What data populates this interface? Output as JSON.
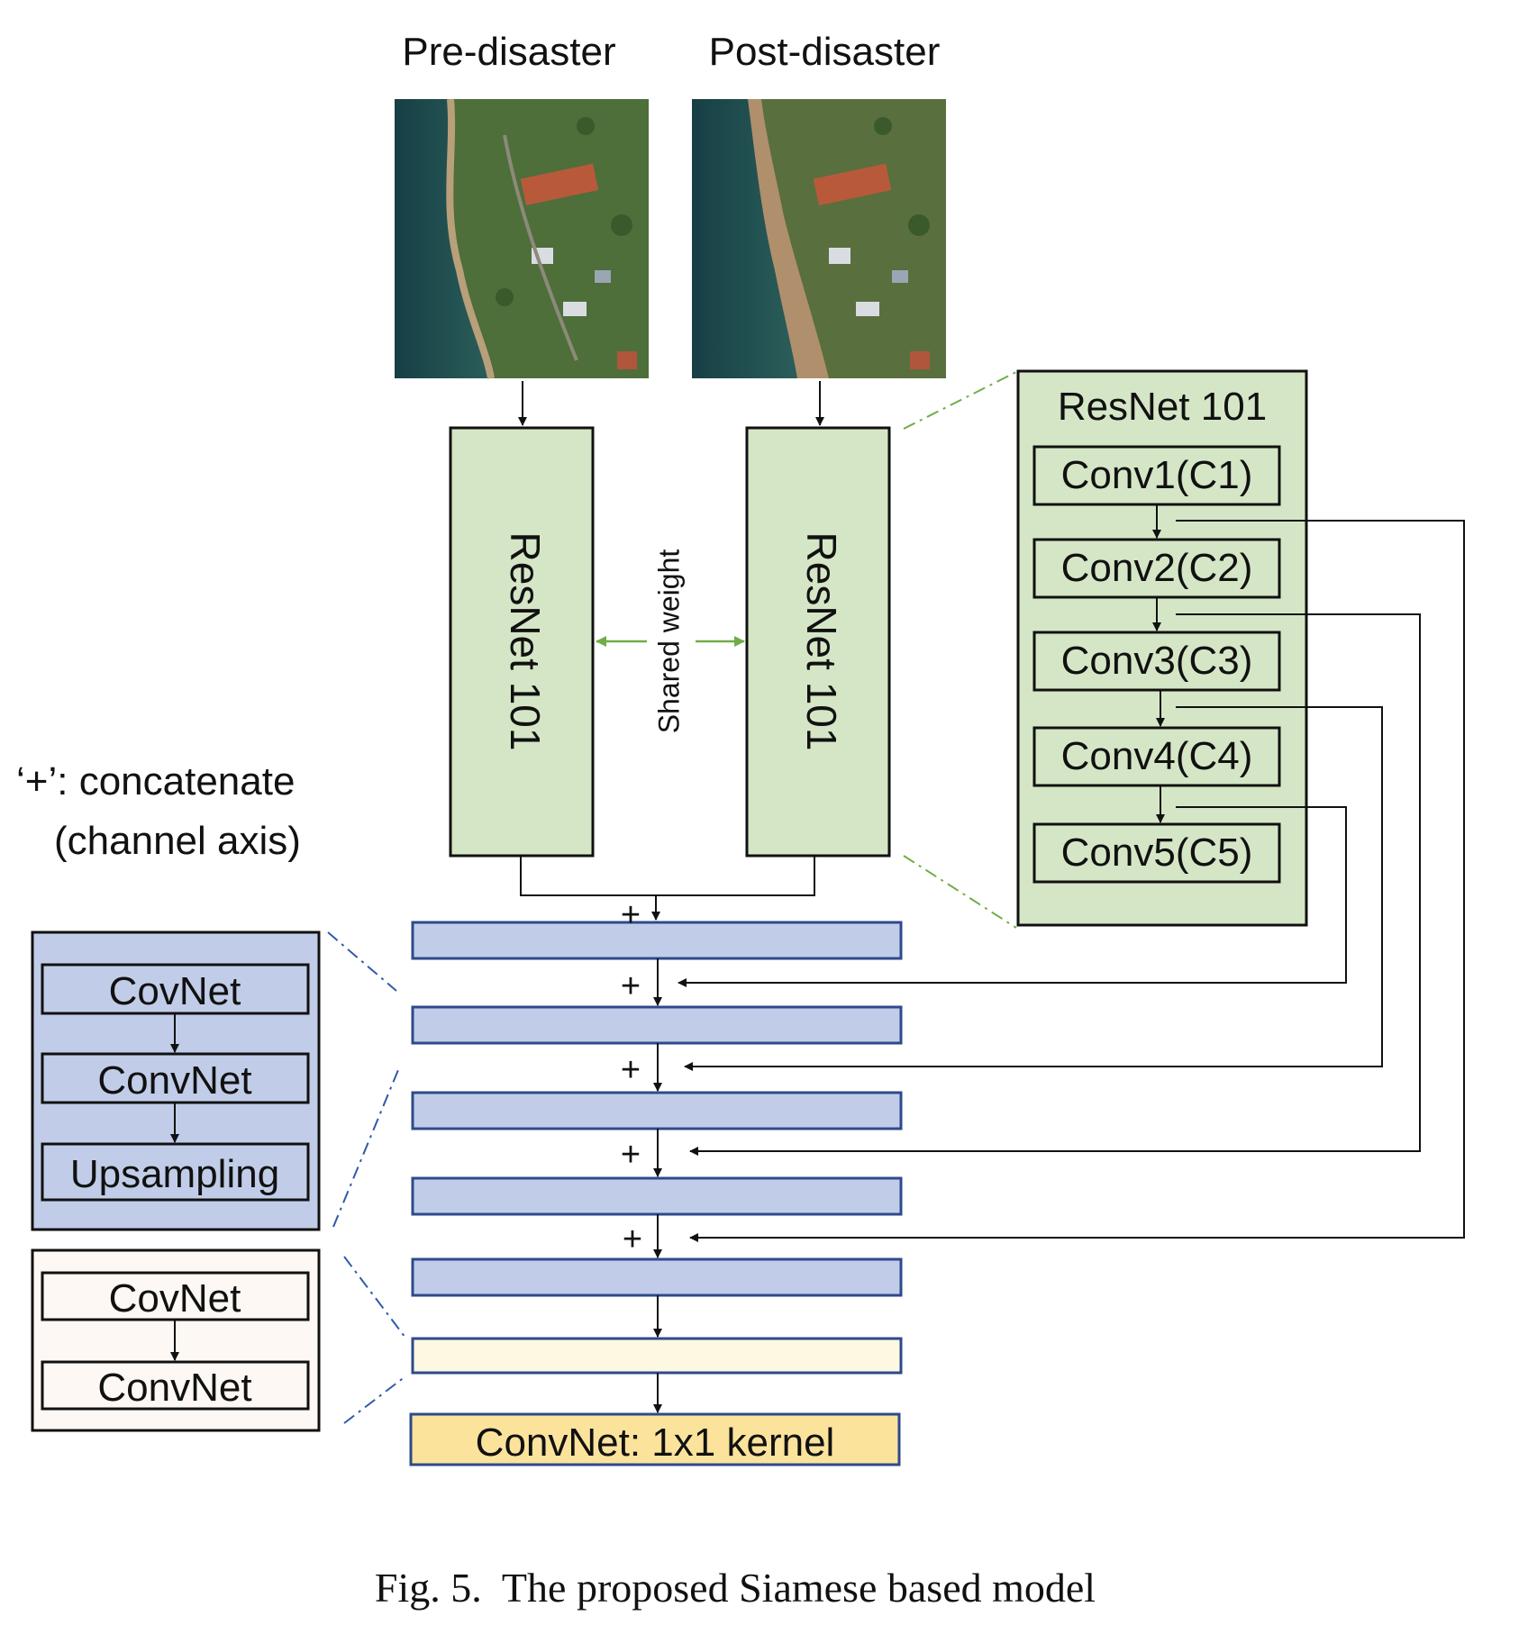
{
  "images": {
    "pre_label": "Pre-disaster",
    "post_label": "Post-disaster"
  },
  "encoders": {
    "left_label": "ResNet 101",
    "right_label": "ResNet 101",
    "shared_label": "Shared weight"
  },
  "resnet_detail": {
    "title": "ResNet 101",
    "stages": [
      "Conv1(C1)",
      "Conv2(C2)",
      "Conv3(C3)",
      "Conv4(C4)",
      "Conv5(C5)"
    ]
  },
  "legend": {
    "line1": "‘+’: concatenate",
    "line2": "(channel axis)"
  },
  "decoder": {
    "plus_symbol": "+",
    "output_label": "ConvNet: 1x1 kernel"
  },
  "decoder_block": {
    "items": [
      "CovNet",
      "ConvNet",
      "Upsampling"
    ]
  },
  "head_block": {
    "items": [
      "CovNet",
      "ConvNet"
    ]
  },
  "caption": {
    "text": "Fig. 5.  The proposed Siamese based model"
  },
  "colors": {
    "green_fill": "#d5e6c6",
    "blue_fill": "#c1cde8",
    "blue_stroke": "#2e4a8c",
    "cream_fill": "#fdf8e2",
    "block_fill": "#fdf8f3",
    "output_fill": "#fbe39c",
    "shared_arrow": "#70ad47",
    "dashdot_green": "#70ad47",
    "dashdot_blue": "#2e5aa8"
  }
}
